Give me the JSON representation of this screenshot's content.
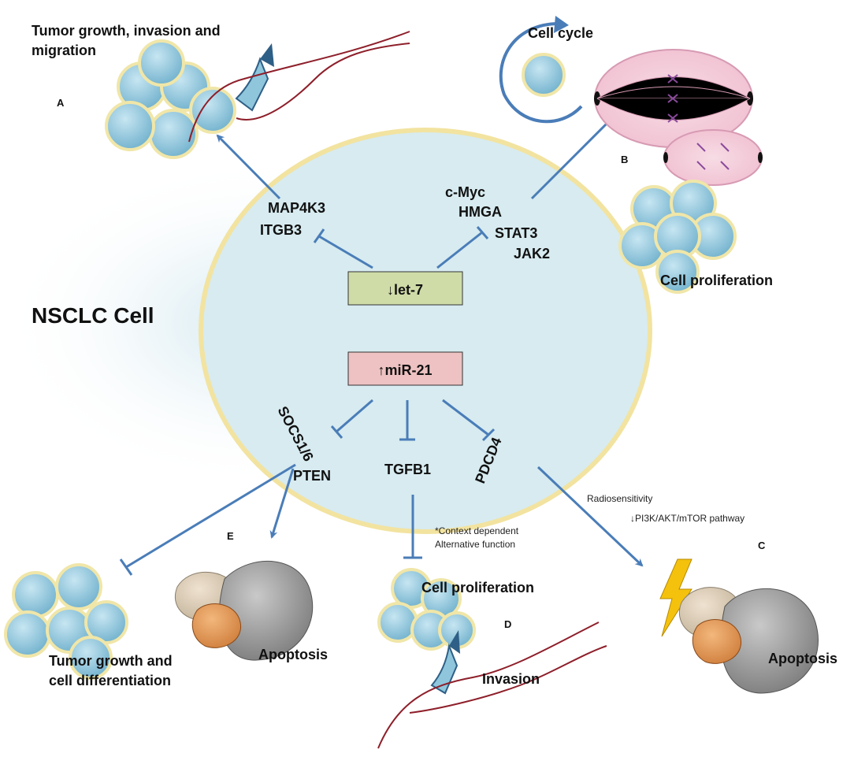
{
  "colors": {
    "arrow": "#4a7db8",
    "cell_membrane": "#f2e3a0",
    "cell_fill": "#d7ebf0",
    "let7_box": "#cfdca8",
    "mir21_box": "#eec2c2",
    "small_cell_outer": "#f0e6a8",
    "small_cell_inner": "#8fc6dc",
    "invasion_line": "#8e1f2a",
    "lightning": "#f4c20d"
  },
  "labels": {
    "nsclc_cell": "NSCLC Cell",
    "let7": "↓let-7",
    "mir21": "↑miR-21",
    "map4k3": "MAP4K3",
    "itgb3": "ITGB3",
    "cmyc": "c-Myc",
    "hmga": "HMGA",
    "stat3": "STAT3",
    "jak2": "JAK2",
    "socs": "SOCS1/6",
    "pten": "PTEN",
    "tgfb1": "TGFB1",
    "pdcd4": "PDCD4",
    "tumor_growth_line1": "Tumor growth, invasion and",
    "tumor_growth_line2": "migration",
    "cell_cycle": "Cell cycle",
    "cell_prolif_b": "Cell proliferation",
    "radiosensitivity": "Radiosensitivity",
    "pi3k": "↓PI3K/AKT/mTOR pathway",
    "context_line1": "*Context dependent",
    "context_line2": "Alternative function",
    "cell_prolif_d": "Cell proliferation",
    "invasion": "Invasion",
    "apoptosis_c": "Apoptosis",
    "apoptosis_e": "Apoptosis",
    "tumor_diff_line1": "Tumor growth and",
    "tumor_diff_line2": "cell differentiation",
    "panel_a": "A",
    "panel_b": "B",
    "panel_c": "C",
    "panel_d": "D",
    "panel_e": "E"
  }
}
